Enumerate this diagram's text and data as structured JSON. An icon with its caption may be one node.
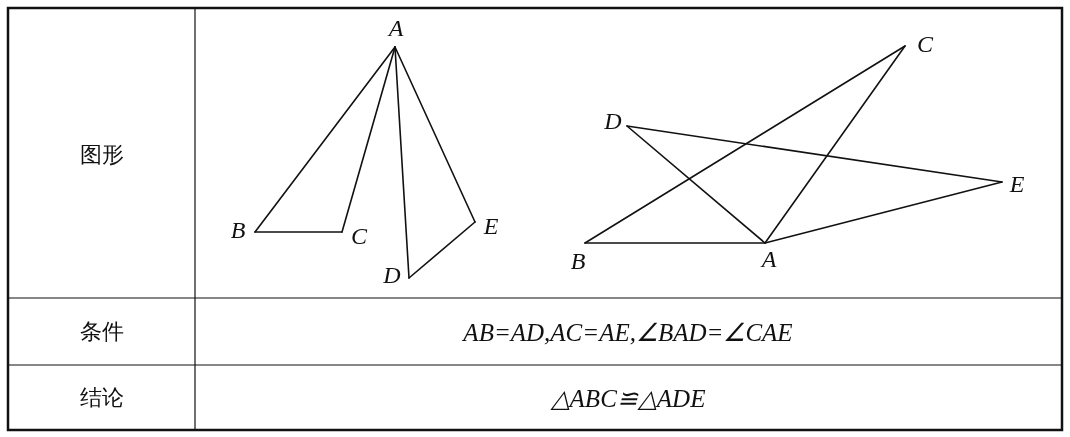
{
  "diagram": {
    "nodes": [
      {
        "text": [
          "A"
        ]
      },
      {
        "text": [
          "B"
        ]
      },
      {
        "text": [
          "C"
        ]
      },
      {
        "text": [
          "D"
        ]
      },
      {
        "text": [
          "E"
        ]
      },
      {
        "text": [
          "A"
        ]
      },
      {
        "text": [
          "B"
        ]
      },
      {
        "text": [
          "C"
        ]
      },
      {
        "text": [
          "D"
        ]
      },
      {
        "text": [
          "E"
        ]
      }
    ],
    "edges": [
      {
        "from": 0,
        "to": 1,
        "arrow": "none"
      },
      {
        "from": 1,
        "to": 2,
        "arrow": "none"
      },
      {
        "from": 2,
        "to": 0,
        "arrow": "none"
      },
      {
        "from": 0,
        "to": 3,
        "arrow": "none"
      },
      {
        "from": 3,
        "to": 4,
        "arrow": "none"
      },
      {
        "from": 4,
        "to": 0,
        "arrow": "none"
      },
      {
        "from": 6,
        "to": 5,
        "arrow": "none"
      },
      {
        "from": 6,
        "to": 7,
        "arrow": "none"
      },
      {
        "from": 7,
        "to": 5,
        "arrow": "none"
      },
      {
        "from": 8,
        "to": 5,
        "arrow": "none"
      },
      {
        "from": 8,
        "to": 9,
        "arrow": "none"
      },
      {
        "from": 5,
        "to": 9,
        "arrow": "none"
      }
    ],
    "labels": [
      "图形",
      "条件",
      "AB=AD,AC=AE,∠BAD=∠CAE",
      "结论",
      "△ABC≌△ADE"
    ]
  }
}
